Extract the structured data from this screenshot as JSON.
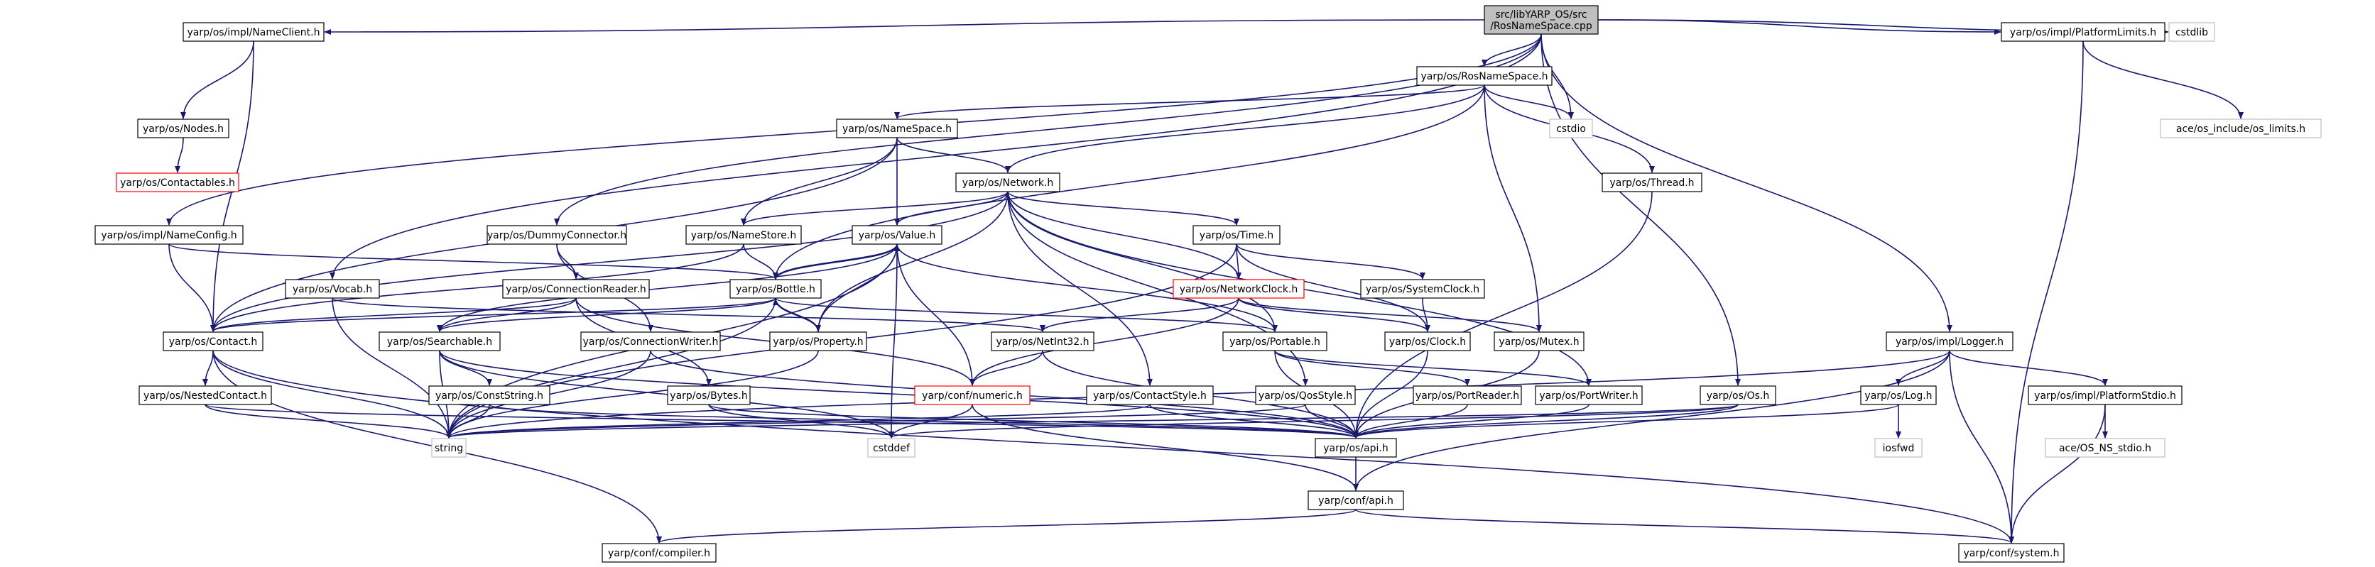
{
  "nodes": [
    {
      "id": "root",
      "label": "src/libYARP_OS/src\n/RosNameSpace.cpp",
      "style": "root"
    },
    {
      "id": "nameclient",
      "label": "yarp/os/impl/NameClient.h",
      "style": "normal"
    },
    {
      "id": "rosnamespace_h",
      "label": "yarp/os/RosNameSpace.h",
      "style": "normal"
    },
    {
      "id": "platformlimits",
      "label": "yarp/os/impl/PlatformLimits.h",
      "style": "normal"
    },
    {
      "id": "cstdlib",
      "label": "cstdlib",
      "style": "missing"
    },
    {
      "id": "nodes",
      "label": "yarp/os/Nodes.h",
      "style": "normal"
    },
    {
      "id": "contactables",
      "label": "yarp/os/Contactables.h",
      "style": "truncated"
    },
    {
      "id": "namespace_h",
      "label": "yarp/os/NameSpace.h",
      "style": "normal"
    },
    {
      "id": "cstdio",
      "label": "cstdio",
      "style": "missing"
    },
    {
      "id": "ace_limits",
      "label": "ace/os_include/os_limits.h",
      "style": "missing"
    },
    {
      "id": "network",
      "label": "yarp/os/Network.h",
      "style": "normal"
    },
    {
      "id": "thread",
      "label": "yarp/os/Thread.h",
      "style": "normal"
    },
    {
      "id": "nameconfig",
      "label": "yarp/os/impl/NameConfig.h",
      "style": "normal"
    },
    {
      "id": "dummyconnector",
      "label": "yarp/os/DummyConnector.h",
      "style": "normal"
    },
    {
      "id": "namestore",
      "label": "yarp/os/NameStore.h",
      "style": "normal"
    },
    {
      "id": "value",
      "label": "yarp/os/Value.h",
      "style": "normal"
    },
    {
      "id": "time",
      "label": "yarp/os/Time.h",
      "style": "normal"
    },
    {
      "id": "vocab",
      "label": "yarp/os/Vocab.h",
      "style": "normal"
    },
    {
      "id": "connectionreader",
      "label": "yarp/os/ConnectionReader.h",
      "style": "normal"
    },
    {
      "id": "bottle",
      "label": "yarp/os/Bottle.h",
      "style": "normal"
    },
    {
      "id": "networkclock",
      "label": "yarp/os/NetworkClock.h",
      "style": "truncated"
    },
    {
      "id": "systemclock",
      "label": "yarp/os/SystemClock.h",
      "style": "normal"
    },
    {
      "id": "contact",
      "label": "yarp/os/Contact.h",
      "style": "normal"
    },
    {
      "id": "searchable",
      "label": "yarp/os/Searchable.h",
      "style": "normal"
    },
    {
      "id": "connectionwriter",
      "label": "yarp/os/ConnectionWriter.h",
      "style": "normal"
    },
    {
      "id": "property",
      "label": "yarp/os/Property.h",
      "style": "normal"
    },
    {
      "id": "netint32",
      "label": "yarp/os/NetInt32.h",
      "style": "normal"
    },
    {
      "id": "portable",
      "label": "yarp/os/Portable.h",
      "style": "normal"
    },
    {
      "id": "clock",
      "label": "yarp/os/Clock.h",
      "style": "normal"
    },
    {
      "id": "mutex",
      "label": "yarp/os/Mutex.h",
      "style": "normal"
    },
    {
      "id": "logger",
      "label": "yarp/os/impl/Logger.h",
      "style": "normal"
    },
    {
      "id": "nestedcontact",
      "label": "yarp/os/NestedContact.h",
      "style": "normal"
    },
    {
      "id": "conststring",
      "label": "yarp/os/ConstString.h",
      "style": "normal"
    },
    {
      "id": "bytes",
      "label": "yarp/os/Bytes.h",
      "style": "normal"
    },
    {
      "id": "confnumeric",
      "label": "yarp/conf/numeric.h",
      "style": "truncated"
    },
    {
      "id": "contactstyle",
      "label": "yarp/os/ContactStyle.h",
      "style": "normal"
    },
    {
      "id": "qosstyle",
      "label": "yarp/os/QosStyle.h",
      "style": "normal"
    },
    {
      "id": "portreader",
      "label": "yarp/os/PortReader.h",
      "style": "normal"
    },
    {
      "id": "portwriter",
      "label": "yarp/os/PortWriter.h",
      "style": "normal"
    },
    {
      "id": "os_h",
      "label": "yarp/os/Os.h",
      "style": "normal"
    },
    {
      "id": "log",
      "label": "yarp/os/Log.h",
      "style": "normal"
    },
    {
      "id": "platformstdio",
      "label": "yarp/os/impl/PlatformStdio.h",
      "style": "normal"
    },
    {
      "id": "string",
      "label": "string",
      "style": "missing"
    },
    {
      "id": "cstddef",
      "label": "cstddef",
      "style": "missing"
    },
    {
      "id": "osapi",
      "label": "yarp/os/api.h",
      "style": "normal"
    },
    {
      "id": "iosfwd",
      "label": "iosfwd",
      "style": "missing"
    },
    {
      "id": "ace_stdio",
      "label": "ace/OS_NS_stdio.h",
      "style": "missing"
    },
    {
      "id": "confapi",
      "label": "yarp/conf/api.h",
      "style": "normal"
    },
    {
      "id": "compiler",
      "label": "yarp/conf/compiler.h",
      "style": "normal"
    },
    {
      "id": "system",
      "label": "yarp/conf/system.h",
      "style": "normal"
    }
  ],
  "edges": [
    [
      "root",
      "nameclient"
    ],
    [
      "root",
      "rosnamespace_h"
    ],
    [
      "root",
      "platformlimits"
    ],
    [
      "root",
      "cstdlib"
    ],
    [
      "root",
      "cstdio"
    ],
    [
      "root",
      "nameconfig"
    ],
    [
      "root",
      "dummyconnector"
    ],
    [
      "root",
      "vocab"
    ],
    [
      "root",
      "logger"
    ],
    [
      "root",
      "os_h"
    ],
    [
      "nameclient",
      "nodes"
    ],
    [
      "nameclient",
      "contact"
    ],
    [
      "nodes",
      "contactables"
    ],
    [
      "rosnamespace_h",
      "namespace_h"
    ],
    [
      "rosnamespace_h",
      "cstdio"
    ],
    [
      "rosnamespace_h",
      "network"
    ],
    [
      "rosnamespace_h",
      "thread"
    ],
    [
      "rosnamespace_h",
      "bottle"
    ],
    [
      "rosnamespace_h",
      "mutex"
    ],
    [
      "platformlimits",
      "ace_limits"
    ],
    [
      "platformlimits",
      "system"
    ],
    [
      "namespace_h",
      "network"
    ],
    [
      "namespace_h",
      "namestore"
    ],
    [
      "namespace_h",
      "value"
    ],
    [
      "namespace_h",
      "contact"
    ],
    [
      "network",
      "namestore"
    ],
    [
      "network",
      "value"
    ],
    [
      "network",
      "time"
    ],
    [
      "network",
      "contact"
    ],
    [
      "network",
      "property"
    ],
    [
      "network",
      "networkclock"
    ],
    [
      "network",
      "portable"
    ],
    [
      "network",
      "contactstyle"
    ],
    [
      "network",
      "qosstyle"
    ],
    [
      "network",
      "portwriter"
    ],
    [
      "thread",
      "osapi"
    ],
    [
      "nameconfig",
      "contact"
    ],
    [
      "nameconfig",
      "bottle"
    ],
    [
      "dummyconnector",
      "connectionreader"
    ],
    [
      "dummyconnector",
      "connectionwriter"
    ],
    [
      "namestore",
      "bottle"
    ],
    [
      "namestore",
      "contact"
    ],
    [
      "value",
      "bottle"
    ],
    [
      "value",
      "searchable"
    ],
    [
      "value",
      "confnumeric"
    ],
    [
      "value",
      "cstddef"
    ],
    [
      "value",
      "string"
    ],
    [
      "value",
      "portable"
    ],
    [
      "value",
      "property"
    ],
    [
      "time",
      "networkclock"
    ],
    [
      "time",
      "systemclock"
    ],
    [
      "time",
      "clock"
    ],
    [
      "time",
      "string"
    ],
    [
      "vocab",
      "string"
    ],
    [
      "vocab",
      "netint32"
    ],
    [
      "connectionreader",
      "contact"
    ],
    [
      "connectionreader",
      "searchable"
    ],
    [
      "connectionreader",
      "bytes"
    ],
    [
      "connectionreader",
      "confnumeric"
    ],
    [
      "bottle",
      "value"
    ],
    [
      "bottle",
      "searchable"
    ],
    [
      "bottle",
      "portable"
    ],
    [
      "bottle",
      "property"
    ],
    [
      "bottle",
      "string"
    ],
    [
      "bottle",
      "contact"
    ],
    [
      "networkclock",
      "clock"
    ],
    [
      "networkclock",
      "mutex"
    ],
    [
      "networkclock",
      "netint32"
    ],
    [
      "networkclock",
      "confnumeric"
    ],
    [
      "systemclock",
      "clock"
    ],
    [
      "contact",
      "nestedcontact"
    ],
    [
      "contact",
      "string"
    ],
    [
      "contact",
      "compiler"
    ],
    [
      "contact",
      "system"
    ],
    [
      "searchable",
      "conststring"
    ],
    [
      "searchable",
      "string"
    ],
    [
      "searchable",
      "osapi"
    ],
    [
      "searchable",
      "cstddef"
    ],
    [
      "connectionwriter",
      "string"
    ],
    [
      "connectionwriter",
      "osapi"
    ],
    [
      "property",
      "bottle"
    ],
    [
      "property",
      "string"
    ],
    [
      "netint32",
      "confnumeric"
    ],
    [
      "netint32",
      "osapi"
    ],
    [
      "portable",
      "portreader"
    ],
    [
      "portable",
      "portwriter"
    ],
    [
      "portable",
      "osapi"
    ],
    [
      "clock",
      "osapi"
    ],
    [
      "mutex",
      "osapi"
    ],
    [
      "logger",
      "log"
    ],
    [
      "logger",
      "platformstdio"
    ],
    [
      "logger",
      "string"
    ],
    [
      "logger",
      "confapi"
    ],
    [
      "logger",
      "system"
    ],
    [
      "nestedcontact",
      "string"
    ],
    [
      "nestedcontact",
      "osapi"
    ],
    [
      "conststring",
      "string"
    ],
    [
      "conststring",
      "osapi"
    ],
    [
      "bytes",
      "cstddef"
    ],
    [
      "bytes",
      "osapi"
    ],
    [
      "confnumeric",
      "cstddef"
    ],
    [
      "confnumeric",
      "confapi"
    ],
    [
      "contactstyle",
      "string"
    ],
    [
      "contactstyle",
      "osapi"
    ],
    [
      "qosstyle",
      "string"
    ],
    [
      "qosstyle",
      "osapi"
    ],
    [
      "portreader",
      "osapi"
    ],
    [
      "portwriter",
      "osapi"
    ],
    [
      "os_h",
      "string"
    ],
    [
      "os_h",
      "osapi"
    ],
    [
      "os_h",
      "cstddef"
    ],
    [
      "log",
      "iosfwd"
    ],
    [
      "log",
      "osapi"
    ],
    [
      "platformstdio",
      "ace_stdio"
    ],
    [
      "platformstdio",
      "system"
    ],
    [
      "osapi",
      "confapi"
    ],
    [
      "confapi",
      "compiler"
    ],
    [
      "confapi",
      "system"
    ]
  ],
  "colors": {
    "edge": "#191970",
    "border": "#000000",
    "missing_border": "#bfbfbf",
    "truncated_border": "#ff0000",
    "root_fill": "#bfbfbf",
    "fill": "#ffffff",
    "text": "#000000"
  }
}
